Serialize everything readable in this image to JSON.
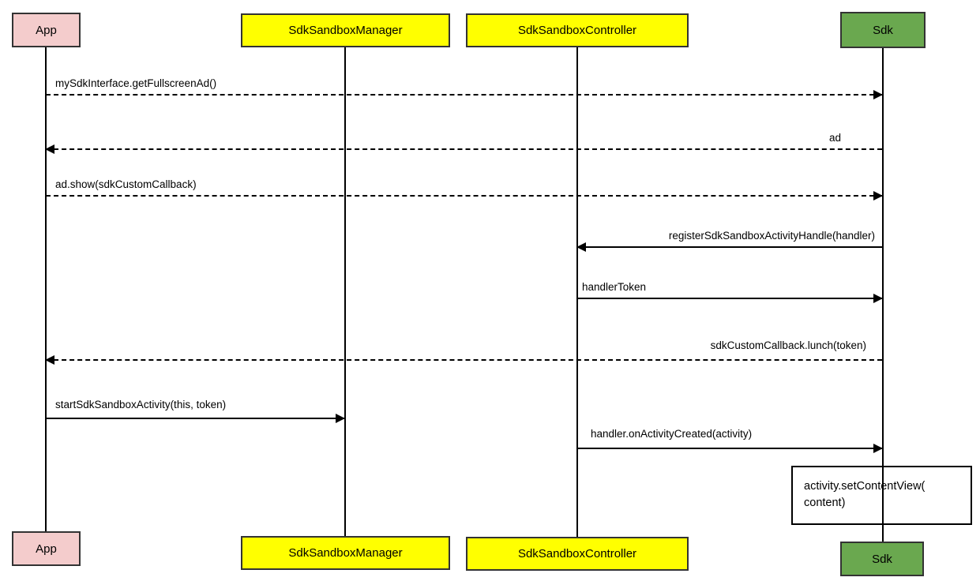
{
  "colors": {
    "app_fill": "#f4cccc",
    "manager_fill": "#ffff00",
    "controller_fill": "#ffff00",
    "sdk_fill": "#6aa84f",
    "note_fill": "#ffffff",
    "border": "#333333",
    "line": "#000000"
  },
  "actors": [
    {
      "name": "App",
      "color": "#f4cccc"
    },
    {
      "name": "SdkSandboxManager",
      "color": "#ffff00"
    },
    {
      "name": "SdkSandboxController",
      "color": "#ffff00"
    },
    {
      "name": "Sdk",
      "color": "#6aa84f"
    }
  ],
  "messages": [
    {
      "label": "mySdkInterface.getFullscreenAd()",
      "from": "App",
      "to": "Sdk",
      "style": "dashed"
    },
    {
      "label": "ad",
      "from": "Sdk",
      "to": "App",
      "style": "dashed"
    },
    {
      "label": "ad.show(sdkCustomCallback)",
      "from": "App",
      "to": "Sdk",
      "style": "dashed"
    },
    {
      "label": "registerSdkSandboxActivityHandle(handler)",
      "from": "Sdk",
      "to": "SdkSandboxController",
      "style": "solid"
    },
    {
      "label": "handlerToken",
      "from": "SdkSandboxController",
      "to": "Sdk",
      "style": "solid"
    },
    {
      "label": "sdkCustomCallback.lunch(token)",
      "from": "Sdk",
      "to": "App",
      "style": "dashed"
    },
    {
      "label": "startSdkSandboxActivity(this, token)",
      "from": "App",
      "to": "SdkSandboxManager",
      "style": "solid"
    },
    {
      "label": "handler.onActivityCreated(activity)",
      "from": "SdkSandboxController",
      "to": "Sdk",
      "style": "solid"
    }
  ],
  "note": {
    "line1": "activity.setContentView(",
    "line2": "content)"
  }
}
